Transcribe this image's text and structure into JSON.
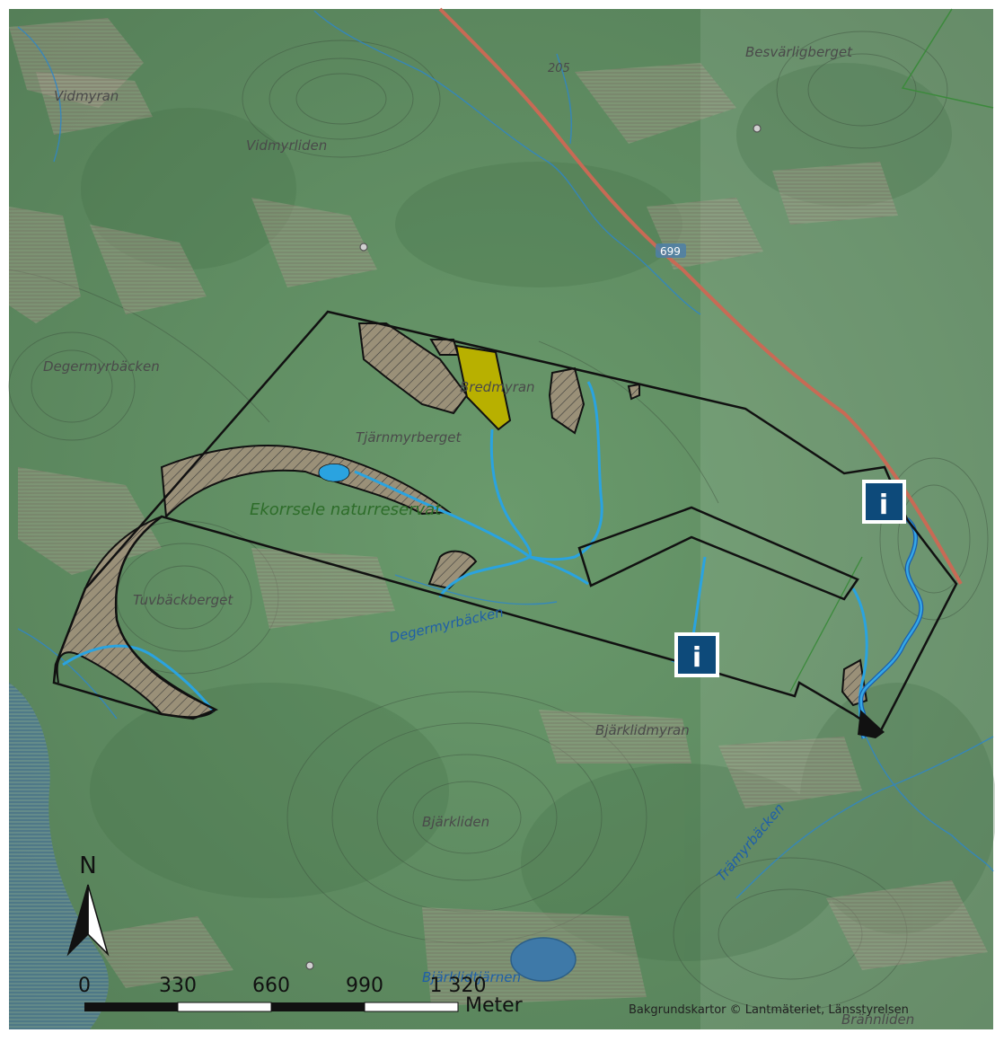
{
  "map": {
    "place_labels": {
      "besvarligberget": "Besvärligberget",
      "vidmyran": "Vidmyran",
      "vidmyrliden": "Vidmyrliden",
      "degermyrbacken_place": "Degermyrbäcken",
      "bredmyran": "Bredmyran",
      "tjarnmyrberget": "Tjärnmyrberget",
      "tuvbackberget": "Tuvbäckberget",
      "bjarklidmyran": "Bjärklidmyran",
      "bjarkliden": "Bjärkliden",
      "brannliden": "Brännliden"
    },
    "water_labels": {
      "degermyrbacken_stream": "Degermyrbäcken",
      "tramyrbacken": "Trämyrbäcken",
      "bjarklidtjarnen": "Bjärklidtjärnen"
    },
    "reserve_label": "Ekorrsele naturreservat",
    "road_numbers": {
      "road_205": "205",
      "road_699": "699"
    },
    "info_markers": {
      "glyph": "i",
      "color": "#0d4a7a"
    },
    "north_arrow": {
      "label": "N"
    },
    "scale_bar": {
      "ticks": [
        "0",
        "330",
        "660",
        "990",
        "1 320"
      ],
      "unit": "Meter"
    },
    "credit": "Bakgrundskartor © Lantmäteriet, Länsstyrelsen",
    "colors": {
      "forest": "#5f8a62",
      "forest_dark": "#4d7550",
      "boundary": "#111111",
      "water": "#2aa3e0",
      "highlight_area": "#b8b000",
      "road": "#c86a55",
      "info_marker": "#0d4a7a"
    }
  }
}
